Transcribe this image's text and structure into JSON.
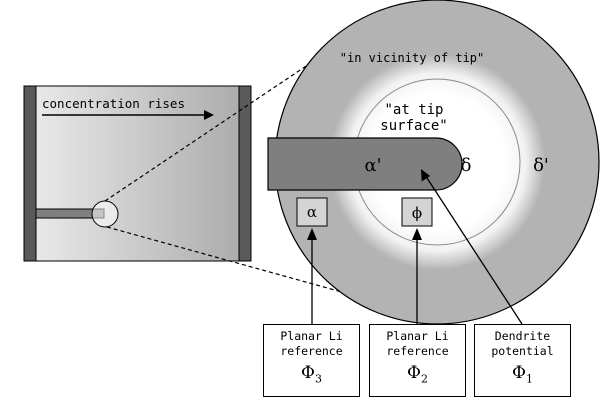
{
  "colors": {
    "outer_disc": "#b3b3b3",
    "inner_region": "#ffffff",
    "dendrite": "#7f7f7f",
    "box_fill": "#d4d4d4",
    "electrode": "#5a5a5a",
    "ink": "#000000"
  },
  "left_panel": {
    "label": "concentration rises"
  },
  "circle": {
    "vicinity_label": "\"in vicinity of tip\"",
    "surface_label_line1": "\"at tip",
    "surface_label_line2": "surface\"",
    "dendrite_symbol": "α'",
    "delta_symbol": "δ",
    "delta_prime_symbol": "δ'",
    "alpha_box_symbol": "α",
    "phi_box_symbol": "ϕ"
  },
  "references": [
    {
      "line1": "Planar Li",
      "line2": "reference",
      "symbol": "Φ",
      "subscript": "3"
    },
    {
      "line1": "Planar Li",
      "line2": "reference",
      "symbol": "Φ",
      "subscript": "2"
    },
    {
      "line1": "Dendrite",
      "line2": "potential",
      "symbol": "Φ",
      "subscript": "1"
    }
  ]
}
